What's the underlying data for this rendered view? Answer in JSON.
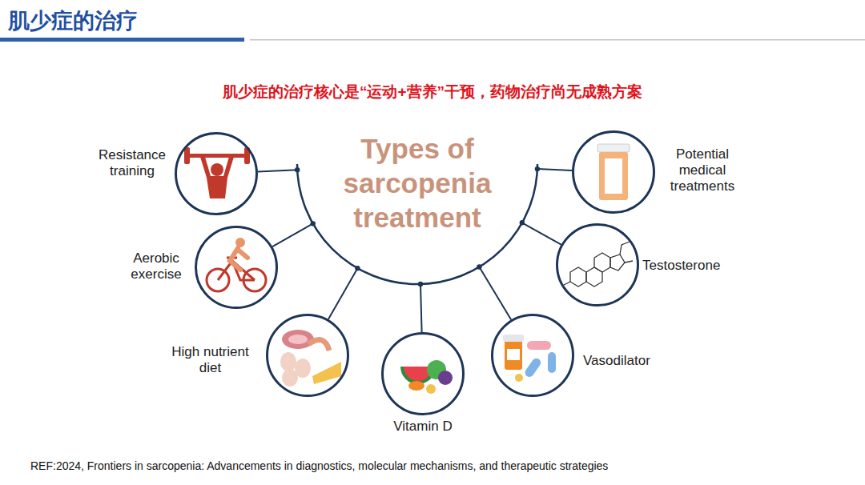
{
  "diagram": {
    "title": "肌少症的治疗",
    "nodes": [
      {
        "text": [
          "Types of sarcopenia treatment"
        ]
      },
      {
        "text": [
          "Resistance training"
        ]
      },
      {
        "text": [
          "Aerobic exercise"
        ]
      },
      {
        "text": [
          "High nutrient diet"
        ]
      },
      {
        "text": [
          "Vitamin D"
        ]
      },
      {
        "text": [
          "Vasodilator"
        ]
      },
      {
        "text": [
          "Testosterone"
        ]
      },
      {
        "text": [
          "Potential medical treatments"
        ]
      }
    ],
    "edges": [
      {
        "from": 0,
        "to": 1,
        "arrow": "none"
      },
      {
        "from": 0,
        "to": 2,
        "arrow": "none"
      },
      {
        "from": 0,
        "to": 3,
        "arrow": "none"
      },
      {
        "from": 0,
        "to": 4,
        "arrow": "none"
      },
      {
        "from": 0,
        "to": 5,
        "arrow": "none"
      },
      {
        "from": 0,
        "to": 6,
        "arrow": "none"
      },
      {
        "from": 0,
        "to": 7,
        "arrow": "none"
      }
    ],
    "labels": [
      "肌少症的治疗核心是“运动+营养”干预，药物治疗尚无成熟方案",
      "REF:2024, Frontiers in sarcopenia: Advancements in diagnostics, molecular mechanisms, and therapeutic strategies"
    ]
  }
}
